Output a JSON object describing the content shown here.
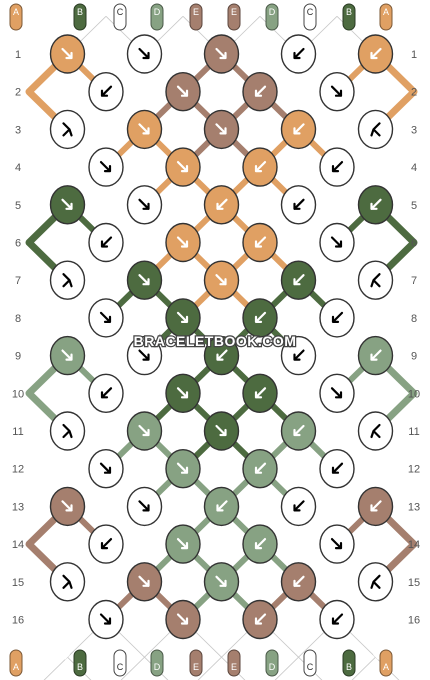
{
  "watermark": "BRACELETBOOK.COM",
  "colors": {
    "A": "#e0a063",
    "B": "#4d6b40",
    "C": "#ffffff",
    "D": "#87a283",
    "E": "#a57f6e"
  },
  "strands_top": [
    "A",
    "B",
    "C",
    "D",
    "E",
    "E",
    "D",
    "C",
    "B",
    "A"
  ],
  "strands_bottom": [
    "A",
    "B",
    "C",
    "D",
    "E",
    "E",
    "D",
    "C",
    "B",
    "A"
  ],
  "row_labels": [
    "1",
    "2",
    "3",
    "4",
    "5",
    "6",
    "7",
    "8",
    "9",
    "10",
    "11",
    "12",
    "13",
    "14",
    "15",
    "16"
  ],
  "knot_rows": [
    [
      {
        "c": "A",
        "a": "se"
      },
      {
        "c": "C",
        "a": "se"
      },
      {
        "c": "E",
        "a": "se"
      },
      {
        "c": "C",
        "a": "sw"
      },
      {
        "c": "A",
        "a": "sw"
      }
    ],
    [
      {
        "c": "C",
        "a": "sw"
      },
      {
        "c": "E",
        "a": "se"
      },
      {
        "c": "E",
        "a": "sw"
      },
      {
        "c": "C",
        "a": "se"
      }
    ],
    [
      {
        "c": "C",
        "a": "fwd"
      },
      {
        "c": "A",
        "a": "se"
      },
      {
        "c": "E",
        "a": "se"
      },
      {
        "c": "A",
        "a": "sw"
      },
      {
        "c": "C",
        "a": "bwd"
      }
    ],
    [
      {
        "c": "C",
        "a": "se"
      },
      {
        "c": "A",
        "a": "se"
      },
      {
        "c": "A",
        "a": "sw"
      },
      {
        "c": "C",
        "a": "sw"
      }
    ],
    [
      {
        "c": "B",
        "a": "se"
      },
      {
        "c": "C",
        "a": "se"
      },
      {
        "c": "A",
        "a": "sw"
      },
      {
        "c": "C",
        "a": "sw"
      },
      {
        "c": "B",
        "a": "sw"
      }
    ],
    [
      {
        "c": "C",
        "a": "sw"
      },
      {
        "c": "A",
        "a": "se"
      },
      {
        "c": "A",
        "a": "sw"
      },
      {
        "c": "C",
        "a": "se"
      }
    ],
    [
      {
        "c": "C",
        "a": "fwd"
      },
      {
        "c": "B",
        "a": "se"
      },
      {
        "c": "A",
        "a": "se"
      },
      {
        "c": "B",
        "a": "sw"
      },
      {
        "c": "C",
        "a": "bwd"
      }
    ],
    [
      {
        "c": "C",
        "a": "se"
      },
      {
        "c": "B",
        "a": "se"
      },
      {
        "c": "B",
        "a": "sw"
      },
      {
        "c": "C",
        "a": "sw"
      }
    ],
    [
      {
        "c": "D",
        "a": "se"
      },
      {
        "c": "C",
        "a": "se"
      },
      {
        "c": "B",
        "a": "sw"
      },
      {
        "c": "C",
        "a": "sw"
      },
      {
        "c": "D",
        "a": "sw"
      }
    ],
    [
      {
        "c": "C",
        "a": "sw"
      },
      {
        "c": "B",
        "a": "se"
      },
      {
        "c": "B",
        "a": "sw"
      },
      {
        "c": "C",
        "a": "se"
      }
    ],
    [
      {
        "c": "C",
        "a": "fwd"
      },
      {
        "c": "D",
        "a": "se"
      },
      {
        "c": "B",
        "a": "se"
      },
      {
        "c": "D",
        "a": "sw"
      },
      {
        "c": "C",
        "a": "bwd"
      }
    ],
    [
      {
        "c": "C",
        "a": "se"
      },
      {
        "c": "D",
        "a": "se"
      },
      {
        "c": "D",
        "a": "sw"
      },
      {
        "c": "C",
        "a": "sw"
      }
    ],
    [
      {
        "c": "E",
        "a": "se"
      },
      {
        "c": "C",
        "a": "se"
      },
      {
        "c": "D",
        "a": "sw"
      },
      {
        "c": "C",
        "a": "sw"
      },
      {
        "c": "E",
        "a": "sw"
      }
    ],
    [
      {
        "c": "C",
        "a": "sw"
      },
      {
        "c": "D",
        "a": "se"
      },
      {
        "c": "D",
        "a": "sw"
      },
      {
        "c": "C",
        "a": "se"
      }
    ],
    [
      {
        "c": "C",
        "a": "fwd"
      },
      {
        "c": "E",
        "a": "se"
      },
      {
        "c": "D",
        "a": "se"
      },
      {
        "c": "E",
        "a": "sw"
      },
      {
        "c": "C",
        "a": "bwd"
      }
    ],
    [
      {
        "c": "C",
        "a": "se"
      },
      {
        "c": "E",
        "a": "se"
      },
      {
        "c": "E",
        "a": "sw"
      },
      {
        "c": "C",
        "a": "sw"
      }
    ]
  ]
}
